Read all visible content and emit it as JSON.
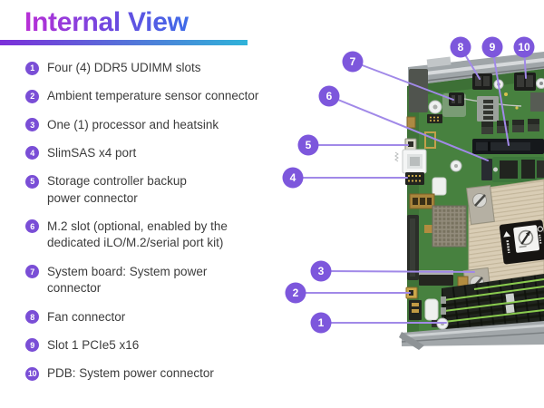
{
  "header": {
    "title": "Internal View"
  },
  "legend": {
    "items": [
      {
        "num": "1",
        "lines": [
          "Four (4) DDR5 UDIMM slots"
        ]
      },
      {
        "num": "2",
        "lines": [
          "Ambient temperature sensor connector"
        ]
      },
      {
        "num": "3",
        "lines": [
          "One (1) processor and heatsink"
        ]
      },
      {
        "num": "4",
        "lines": [
          "SlimSAS x4 port"
        ]
      },
      {
        "num": "5",
        "lines": [
          "Storage controller backup",
          "power connector"
        ]
      },
      {
        "num": "6",
        "lines": [
          "M.2 slot (optional, enabled by the",
          "dedicated iLO/M.2/serial port kit)"
        ]
      },
      {
        "num": "7",
        "lines": [
          "System board: System power",
          "connector"
        ]
      },
      {
        "num": "8",
        "lines": [
          "Fan connector"
        ]
      },
      {
        "num": "9",
        "lines": [
          "Slot 1 PCIe5 x16"
        ]
      },
      {
        "num": "10",
        "lines": [
          "PDB: System power connector"
        ]
      }
    ]
  },
  "diagram": {
    "callout_labels": {
      "c1": "1",
      "c2": "2",
      "c3": "3",
      "c4": "4",
      "c5": "5",
      "c6": "6",
      "c7": "7",
      "c8": "8",
      "c9": "9",
      "c10": "10"
    }
  },
  "colors": {
    "badge_purple": "#7a4ed6",
    "callout_purple": "#7d57dc",
    "callout_line_purple": "#a189e8",
    "title_gradient": [
      "#b92fd6",
      "#6a4ae0",
      "#3e6ce8"
    ],
    "underline_gradient": [
      "#7c2fd9",
      "#2fb3d9"
    ],
    "pcb_green": "#47813f",
    "body_text": "#3c3c3c"
  }
}
